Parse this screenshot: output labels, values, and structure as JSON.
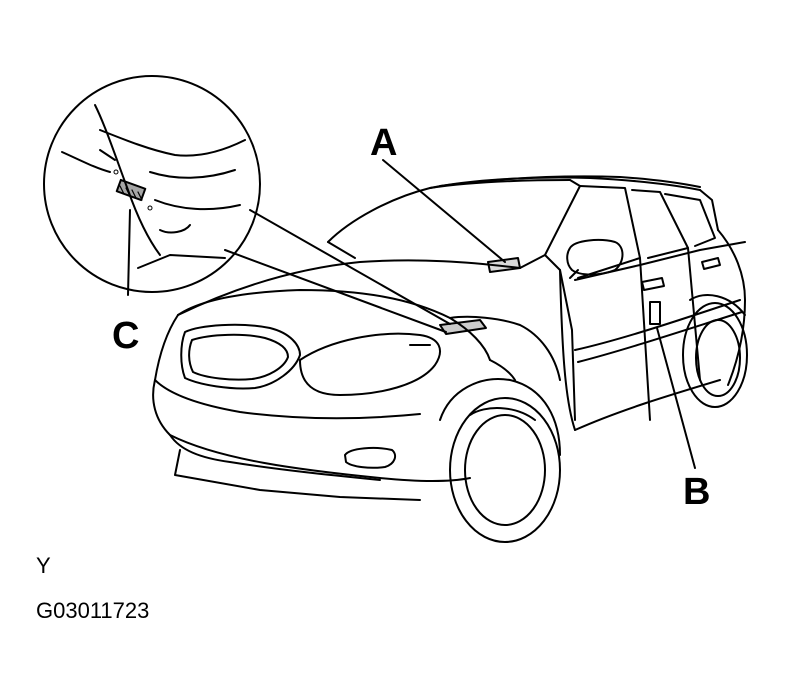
{
  "figure": {
    "callouts": {
      "a": "A",
      "b": "B",
      "c": "C"
    },
    "view_code": "Y",
    "figure_id": "G03011723"
  },
  "colors": {
    "line": "#000000",
    "background": "#ffffff"
  }
}
